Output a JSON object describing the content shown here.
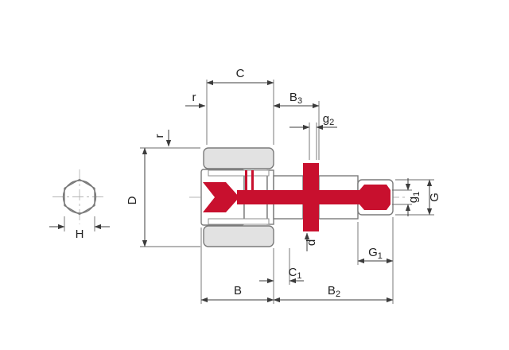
{
  "figure": {
    "type": "technical-drawing",
    "subject": "stud-type cam follower cross-section with hex socket end view",
    "colors": {
      "highlight": "#c8102e",
      "metal": "#e2e2e2",
      "outline": "#7a7a7a",
      "dimension": "#3c3c3c",
      "centerline": "#b4b4b4"
    },
    "dimensions": {
      "C": {
        "text": "C",
        "sub": ""
      },
      "r_top": {
        "text": "r",
        "sub": ""
      },
      "B3": {
        "text": "B",
        "sub": "3"
      },
      "g2": {
        "text": "g",
        "sub": "2"
      },
      "r_left": {
        "text": "r",
        "sub": ""
      },
      "D": {
        "text": "D",
        "sub": ""
      },
      "H": {
        "text": "H",
        "sub": ""
      },
      "g1": {
        "text": "g",
        "sub": "1"
      },
      "G": {
        "text": "G",
        "sub": ""
      },
      "G1": {
        "text": "G",
        "sub": "1"
      },
      "C1": {
        "text": "C",
        "sub": "1"
      },
      "d": {
        "text": "d",
        "sub": ""
      },
      "B": {
        "text": "B",
        "sub": ""
      },
      "B2": {
        "text": "B",
        "sub": "2"
      }
    }
  }
}
